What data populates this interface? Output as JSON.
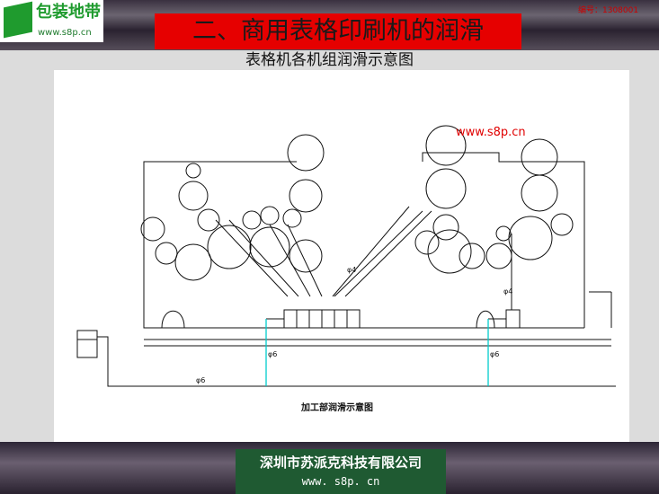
{
  "logo": {
    "name": "包装地带",
    "url": "www.s8p.cn"
  },
  "header": {
    "title": "二、商用表格印刷机的润滑",
    "code": "编号：1308001"
  },
  "subtitle": "表格机各机组润滑示意图",
  "diagram": {
    "watermark": "www.s8p.cn",
    "labels": {
      "pipe4a": "φ4",
      "pipe4b": "φ4",
      "pipe6a": "φ6",
      "pipe6b": "φ6",
      "pipe6c": "φ6"
    },
    "caption": "加工部润滑示意图"
  },
  "footer": {
    "company": "深圳市苏派克科技有限公司",
    "url": "www. s8p. cn"
  },
  "colors": {
    "title_bg": "#e60000",
    "pipe": "#00cccc",
    "company_bg": "#1f5a32"
  }
}
